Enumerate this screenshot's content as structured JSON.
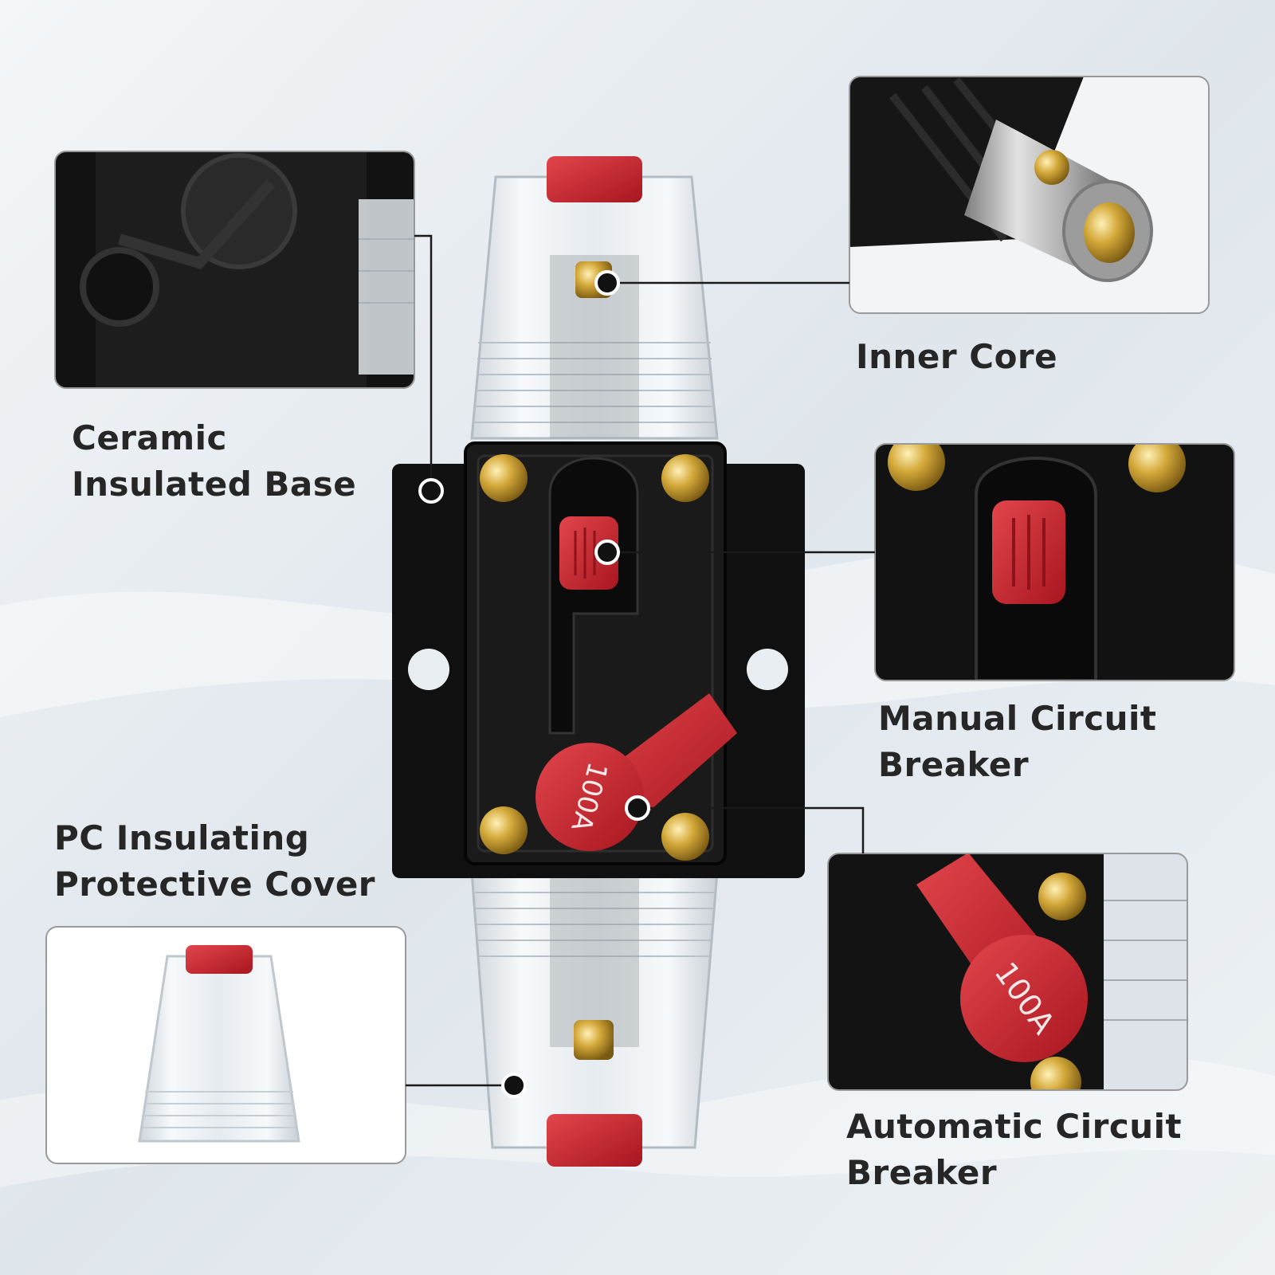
{
  "colors": {
    "background": "#e9eef2",
    "housing": "#141414",
    "accent_red": "#c8232c",
    "brass": "#c9a23a",
    "callout_border": "#9a9a9a",
    "label_text": "#262626"
  },
  "device": {
    "rating_label": "100A"
  },
  "callouts": {
    "ceramic_base": {
      "line1": "Ceramic",
      "line2": "Insulated Base"
    },
    "inner_core": {
      "line1": "Inner Core"
    },
    "manual_breaker": {
      "line1": "Manual Circuit",
      "line2": "Breaker"
    },
    "cover": {
      "line1": "PC Insulating",
      "line2": "Protective Cover"
    },
    "auto_breaker": {
      "line1": "Automatic Circuit",
      "line2": "Breaker"
    }
  },
  "icons": [
    "callout-dot-icon"
  ]
}
